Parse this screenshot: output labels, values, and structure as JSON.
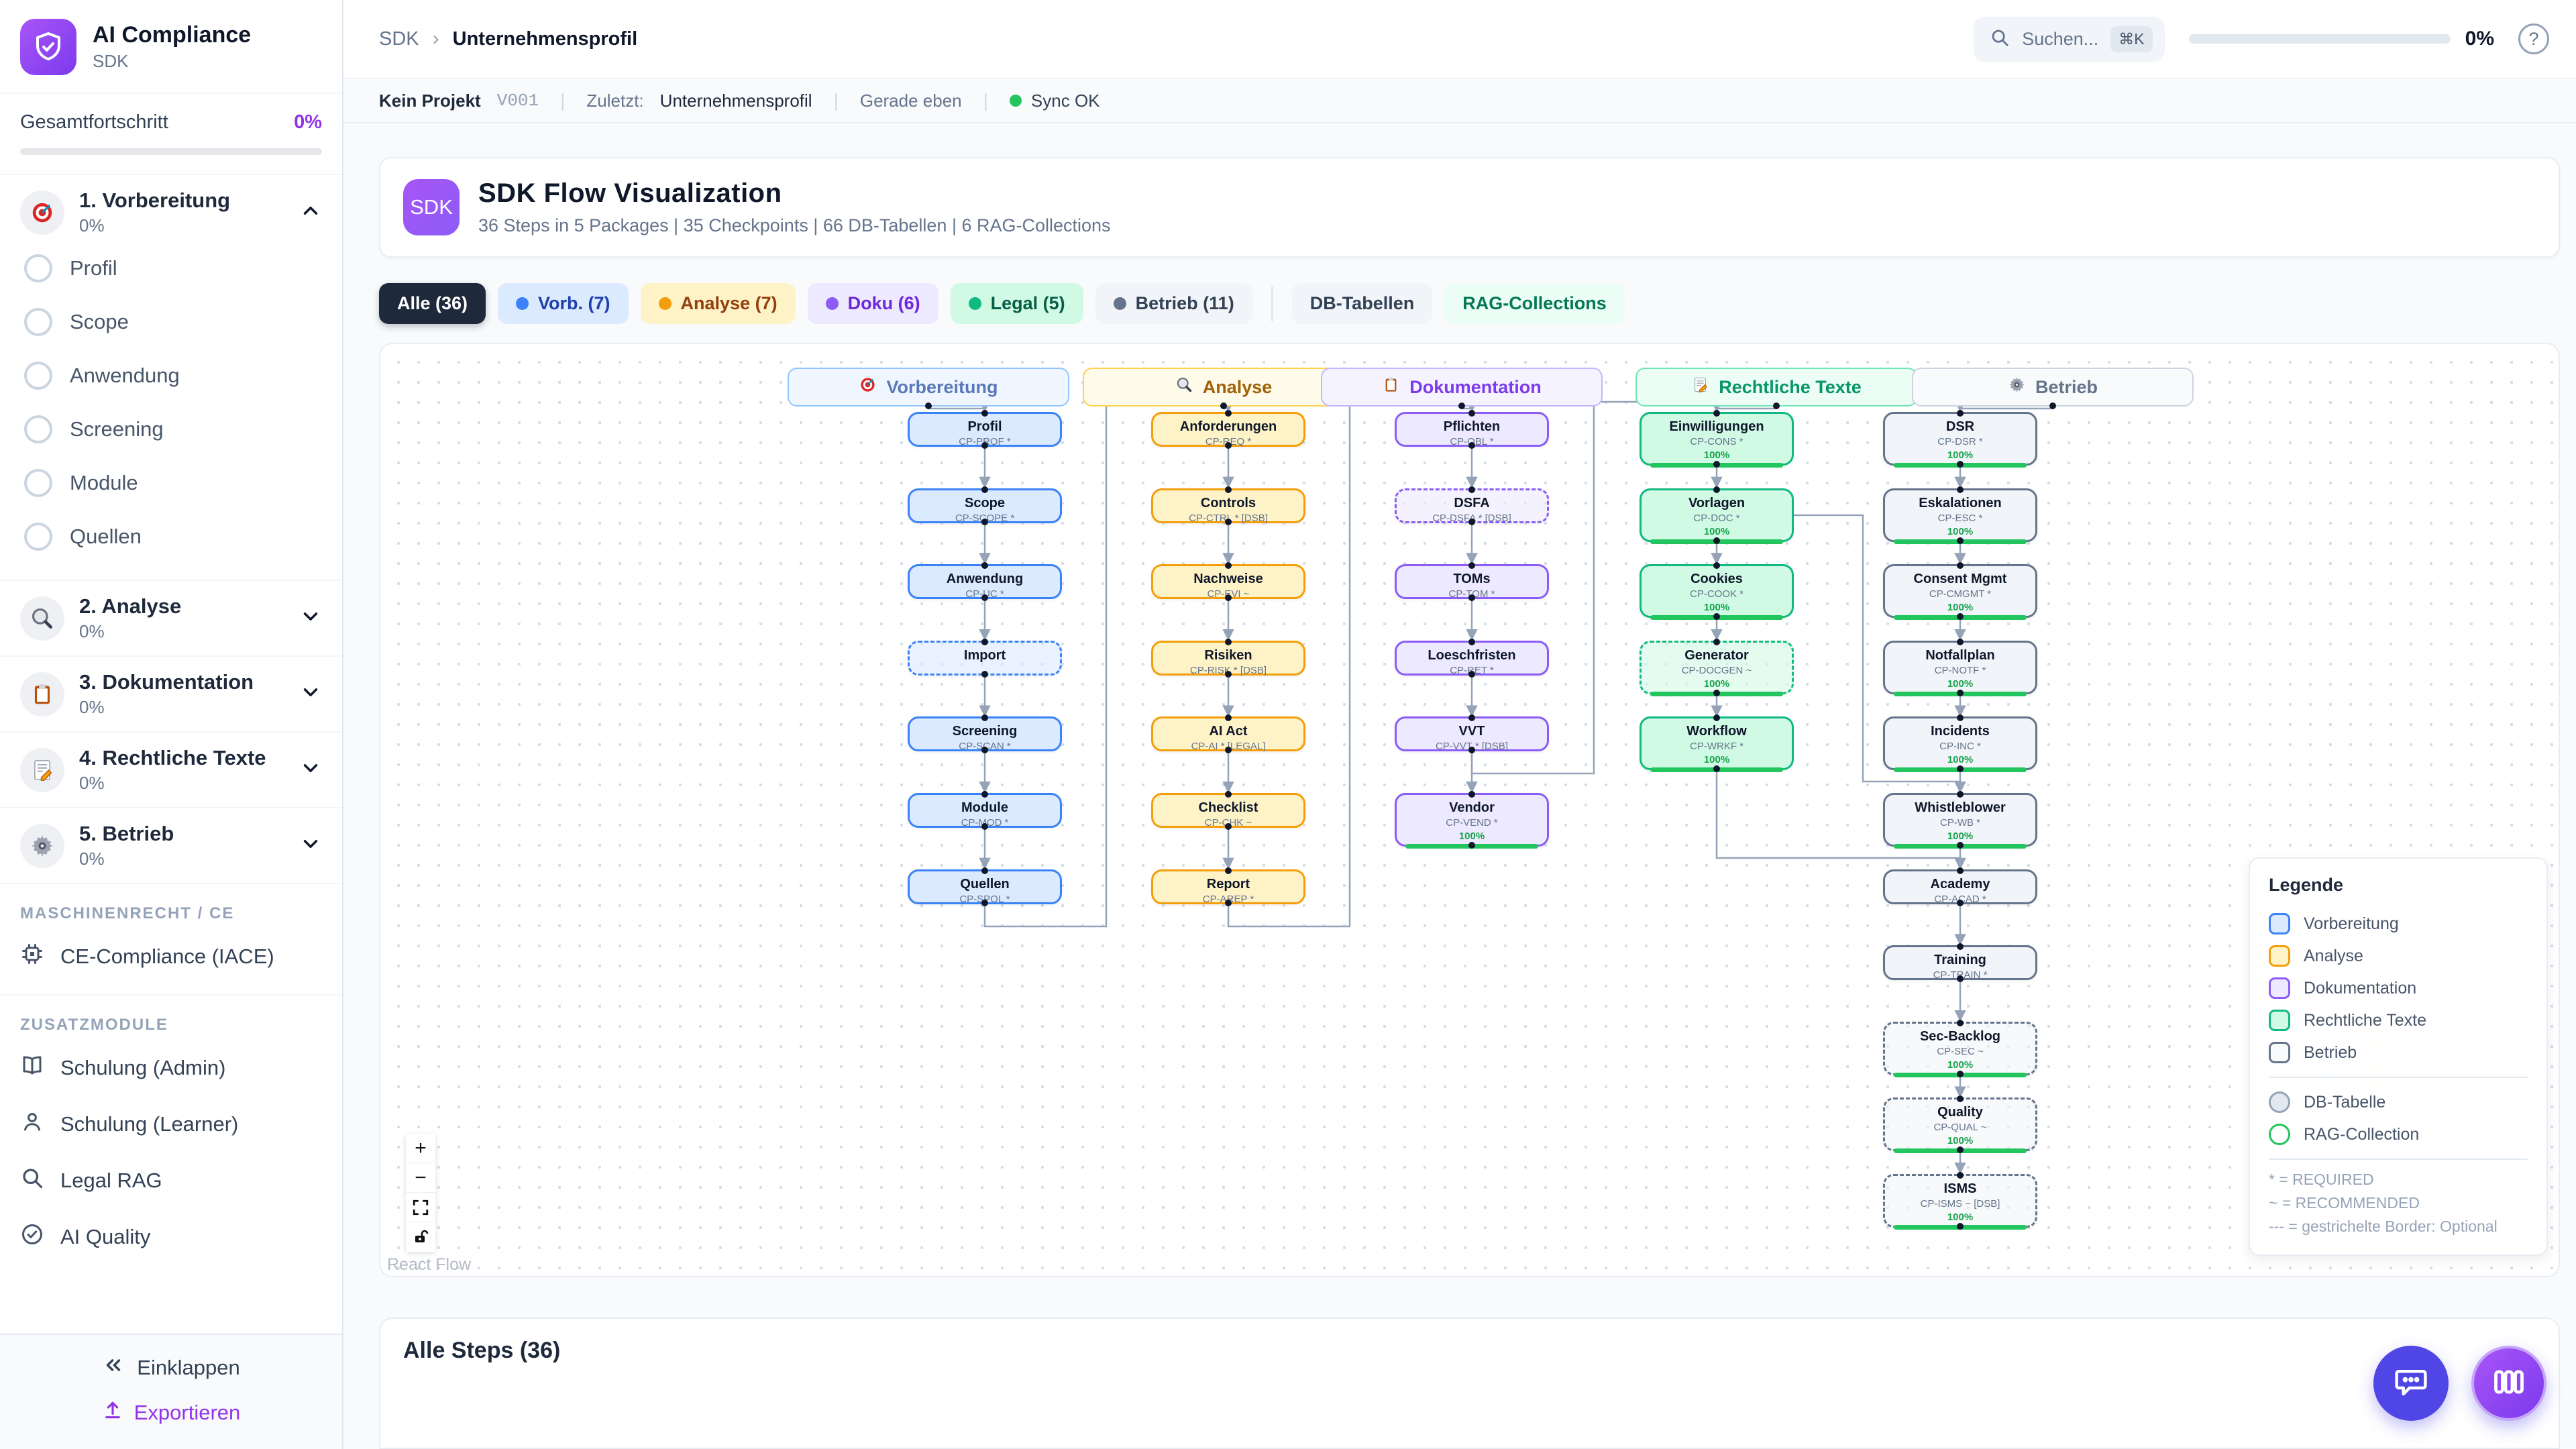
{
  "app": {
    "name": "AI Compliance",
    "subtitle": "SDK"
  },
  "sidebar": {
    "overall_label": "Gesamtfortschritt",
    "overall_value": "0%",
    "sections": [
      {
        "label": "1. Vorbereitung",
        "percent": "0%",
        "icon": "target-icon",
        "expanded": true,
        "items": [
          "Profil",
          "Scope",
          "Anwendung",
          "Screening",
          "Module",
          "Quellen"
        ]
      },
      {
        "label": "2. Analyse",
        "percent": "0%",
        "icon": "magnifier-icon"
      },
      {
        "label": "3. Dokumentation",
        "percent": "0%",
        "icon": "clipboard-icon"
      },
      {
        "label": "4. Rechtliche Texte",
        "percent": "0%",
        "icon": "memo-icon"
      },
      {
        "label": "5. Betrieb",
        "percent": "0%",
        "icon": "gear-icon"
      }
    ],
    "group1_label": "MASCHINENRECHT / CE",
    "group1_items": [
      {
        "label": "CE-Compliance (IACE)",
        "icon": "cpu-icon"
      }
    ],
    "group2_label": "ZUSATZMODULE",
    "group2_items": [
      {
        "label": "Schulung (Admin)",
        "icon": "book-icon"
      },
      {
        "label": "Schulung (Learner)",
        "icon": "user-icon"
      },
      {
        "label": "Legal RAG",
        "icon": "search-icon"
      },
      {
        "label": "AI Quality",
        "icon": "check-circle-icon"
      }
    ],
    "collapse_label": "Einklappen",
    "export_label": "Exportieren",
    "accent": "#9333ea"
  },
  "topbar": {
    "breadcrumb": [
      "SDK",
      "Unternehmensprofil"
    ],
    "search_placeholder": "Suchen...",
    "search_shortcut": "⌘K",
    "progress": "0%"
  },
  "statusbar": {
    "project": "Kein Projekt",
    "version": "V001",
    "last_label": "Zuletzt:",
    "last_value": "Unternehmensprofil",
    "time": "Gerade eben",
    "sync": "Sync OK",
    "sync_color": "#22c55e"
  },
  "hero": {
    "badge": "SDK",
    "title": "SDK Flow Visualization",
    "subtitle": "36 Steps in 5 Packages | 35 Checkpoints | 66 DB-Tabellen | 6 RAG-Collections"
  },
  "filters": [
    {
      "label": "Alle (36)",
      "bg": "#1e293b",
      "fg": "#ffffff",
      "active": true
    },
    {
      "label": "Vorb. (7)",
      "dot": "#3b82f6",
      "bg": "#dbeafe",
      "fg": "#1e40af"
    },
    {
      "label": "Analyse (7)",
      "dot": "#f59e0b",
      "bg": "#fef3c7",
      "fg": "#92400e"
    },
    {
      "label": "Doku (6)",
      "dot": "#8b5cf6",
      "bg": "#ede9fe",
      "fg": "#6d28d9"
    },
    {
      "label": "Legal (5)",
      "dot": "#10b981",
      "bg": "#d1fae5",
      "fg": "#065f46"
    },
    {
      "label": "Betrieb (11)",
      "dot": "#64748b",
      "bg": "#f1f5f9",
      "fg": "#334155"
    },
    {
      "label": "DB-Tabellen",
      "bg": "#f1f5f9",
      "fg": "#334155",
      "divider_before": true
    },
    {
      "label": "RAG-Collections",
      "bg": "#ecfdf5",
      "fg": "#047857"
    }
  ],
  "flow": {
    "columns": [
      {
        "label": "Vorbereitung",
        "icon": "target-icon",
        "accent": "#3b82f6",
        "node_bg": "#dbeafe",
        "title_color": "#1e3a8a",
        "header_bg": "#eff6ff",
        "header_border": "#93c5fd",
        "header_fg": "#5b79b8",
        "nodes": [
          {
            "title": "Profil",
            "code": "CP-PROF *"
          },
          {
            "title": "Scope",
            "code": "CP-SCOPE *"
          },
          {
            "title": "Anwendung",
            "code": "CP-UC *"
          },
          {
            "title": "Import",
            "dashed": true
          },
          {
            "title": "Screening",
            "code": "CP-SCAN *"
          },
          {
            "title": "Module",
            "code": "CP-MOD *"
          },
          {
            "title": "Quellen",
            "code": "CP-SPOL *"
          }
        ]
      },
      {
        "label": "Analyse",
        "icon": "magnifier-icon",
        "accent": "#f59e0b",
        "node_bg": "#fef3c7",
        "title_color": "#92400e",
        "header_bg": "#fffbeb",
        "header_border": "#fcd34d",
        "header_fg": "#a16207",
        "nodes": [
          {
            "title": "Anforderungen",
            "code": "CP-REQ *"
          },
          {
            "title": "Controls",
            "code": "CP-CTRL * [DSB]"
          },
          {
            "title": "Nachweise",
            "code": "CP-EVI ~"
          },
          {
            "title": "Risiken",
            "code": "CP-RISK * [DSB]"
          },
          {
            "title": "AI Act",
            "code": "CP-AI * [LEGAL]"
          },
          {
            "title": "Checklist",
            "code": "CP-CHK ~"
          },
          {
            "title": "Report",
            "code": "CP-AREP *"
          }
        ]
      },
      {
        "label": "Dokumentation",
        "icon": "clipboard-icon",
        "accent": "#8b5cf6",
        "node_bg": "#ede9fe",
        "title_color": "#5b21b6",
        "header_bg": "#f5f3ff",
        "header_border": "#c4b5fd",
        "header_fg": "#7c3aed",
        "nodes": [
          {
            "title": "Pflichten",
            "code": "CP-OBL *"
          },
          {
            "title": "DSFA",
            "code": "CP-DSFA * [DSB]",
            "dashed": true
          },
          {
            "title": "TOMs",
            "code": "CP-TOM *"
          },
          {
            "title": "Loeschfristen",
            "code": "CP-RET *"
          },
          {
            "title": "VVT",
            "code": "CP-VVT * [DSB]"
          },
          {
            "title": "Vendor",
            "code": "CP-VEND *",
            "progress": "100%"
          }
        ]
      },
      {
        "label": "Rechtliche Texte",
        "icon": "memo-icon",
        "accent": "#10b981",
        "node_bg": "#d1fae5",
        "title_color": "#065f46",
        "header_bg": "#ecfdf5",
        "header_border": "#6ee7b7",
        "header_fg": "#059669",
        "nodes": [
          {
            "title": "Einwilligungen",
            "code": "CP-CONS *",
            "progress": "100%"
          },
          {
            "title": "Vorlagen",
            "code": "CP-DOC *",
            "progress": "100%"
          },
          {
            "title": "Cookies",
            "code": "CP-COOK *",
            "progress": "100%"
          },
          {
            "title": "Generator",
            "code": "CP-DOCGEN ~",
            "progress": "100%",
            "dashed": true
          },
          {
            "title": "Workflow",
            "code": "CP-WRKF *",
            "progress": "100%"
          }
        ]
      },
      {
        "label": "Betrieb",
        "icon": "gear-icon",
        "accent": "#64748b",
        "node_bg": "#f1f5f9",
        "title_color": "#334155",
        "header_bg": "#f8fafc",
        "header_border": "#cbd5e1",
        "header_fg": "#64748b",
        "nodes": [
          {
            "title": "DSR",
            "code": "CP-DSR *",
            "progress": "100%"
          },
          {
            "title": "Eskalationen",
            "code": "CP-ESC *",
            "progress": "100%"
          },
          {
            "title": "Consent Mgmt",
            "code": "CP-CMGMT *",
            "progress": "100%"
          },
          {
            "title": "Notfallplan",
            "code": "CP-NOTF *",
            "progress": "100%"
          },
          {
            "title": "Incidents",
            "code": "CP-INC *",
            "progress": "100%"
          },
          {
            "title": "Whistleblower",
            "code": "CP-WB *",
            "progress": "100%"
          },
          {
            "title": "Academy",
            "code": "CP-ACAD *"
          },
          {
            "title": "Training",
            "code": "CP-TRAIN *"
          },
          {
            "title": "Sec-Backlog",
            "code": "CP-SEC ~",
            "progress": "100%",
            "dashed": true
          },
          {
            "title": "Quality",
            "code": "CP-QUAL ~",
            "progress": "100%",
            "dashed": true
          },
          {
            "title": "ISMS",
            "code": "CP-ISMS ~ [DSB]",
            "progress": "100%",
            "dashed": true
          }
        ]
      }
    ],
    "progress_color": "#22c55e",
    "progress_label_color": "#16a34a",
    "edge_color": "#94a3b8",
    "legend": {
      "title": "Legende",
      "items": [
        {
          "label": "Vorbereitung",
          "color": "#3b82f6",
          "bg": "#dbeafe"
        },
        {
          "label": "Analyse",
          "color": "#f59e0b",
          "bg": "#fef3c7"
        },
        {
          "label": "Dokumentation",
          "color": "#8b5cf6",
          "bg": "#ede9fe"
        },
        {
          "label": "Rechtliche Texte",
          "color": "#10b981",
          "bg": "#d1fae5"
        },
        {
          "label": "Betrieb",
          "color": "#64748b",
          "bg": "#f8fafc"
        }
      ],
      "extra": [
        {
          "label": "DB-Tabelle",
          "color": "#94a3b8",
          "bg": "#e2e8f0"
        },
        {
          "label": "RAG-Collection",
          "color": "#22c55e",
          "bg": "#ffffff"
        }
      ],
      "notes": [
        "* = REQUIRED",
        "~ = RECOMMENDED",
        "--- = gestrichelte Border: Optional"
      ]
    },
    "controls": {
      "zoom_in": "+",
      "zoom_out": "−"
    },
    "attribution": "React Flow"
  },
  "bottom": {
    "heading": "Alle Steps (36)"
  }
}
